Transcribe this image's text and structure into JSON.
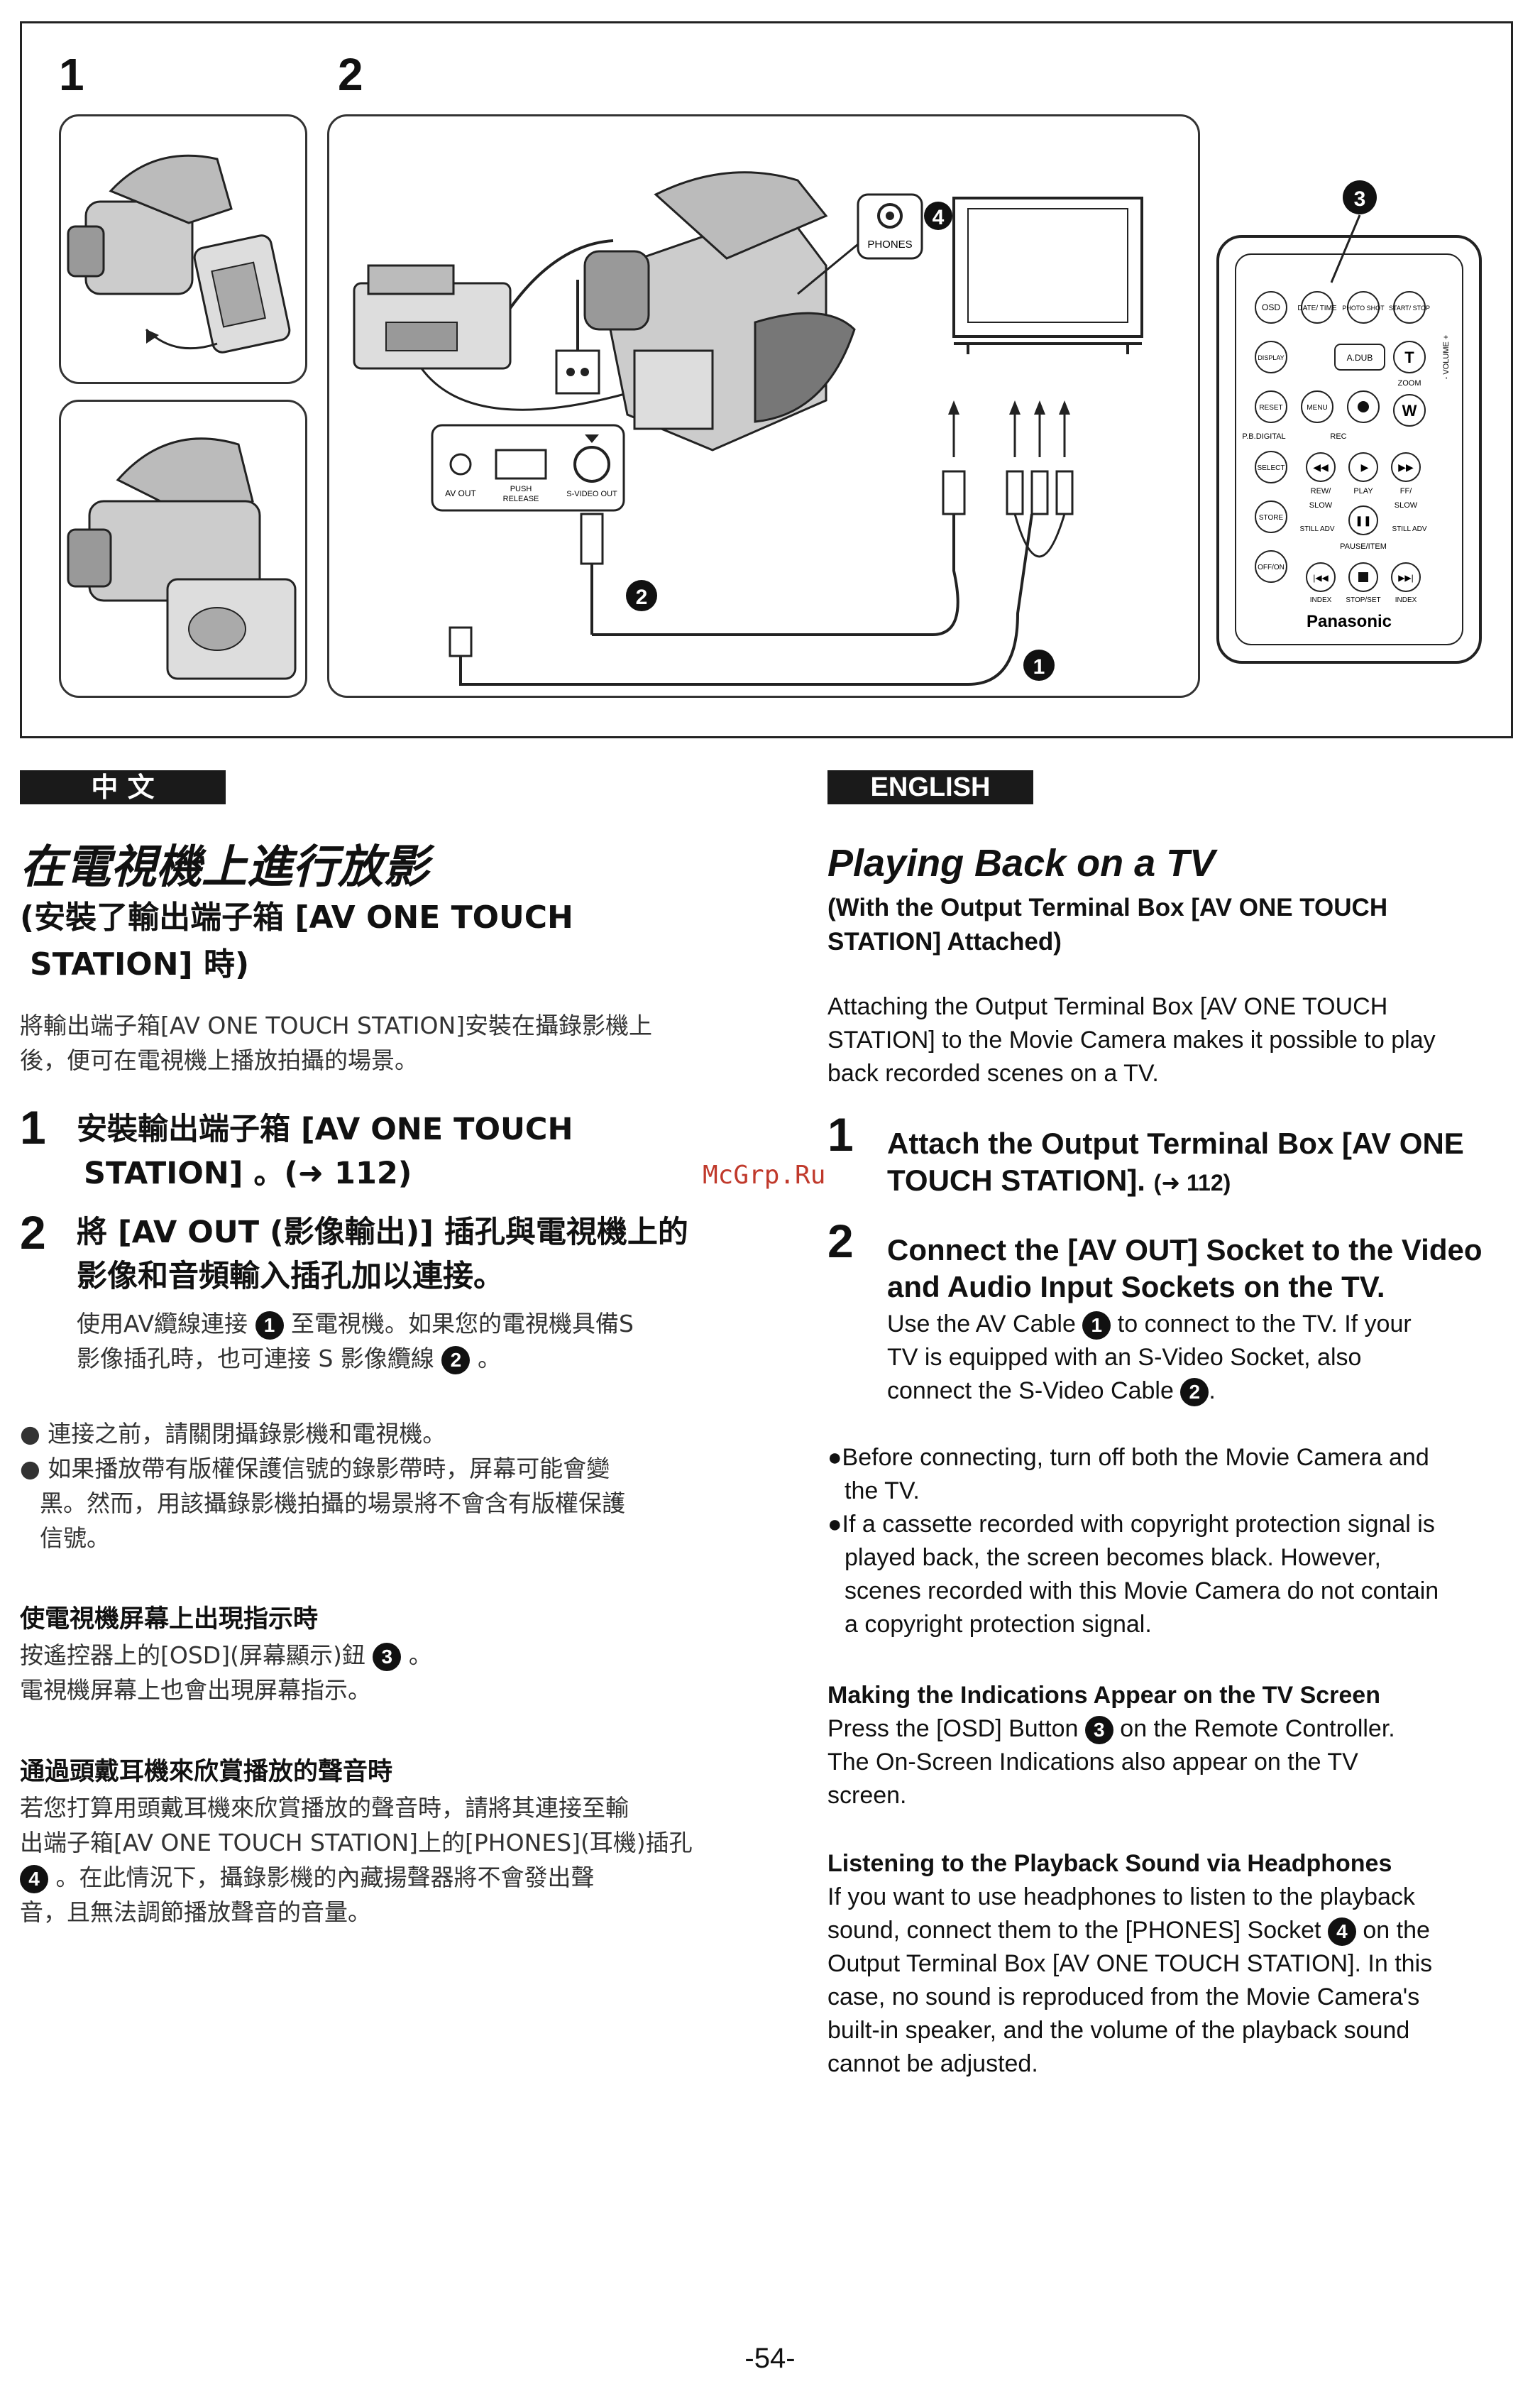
{
  "figure": {
    "panel1_num": "1",
    "panel2_num": "2",
    "callouts": [
      "1",
      "2",
      "3",
      "4"
    ],
    "labels": {
      "phones": "PHONES",
      "av_out": "AV OUT",
      "push_release_1": "PUSH",
      "push_release_2": "RELEASE",
      "svideo_out": "S-VIDEO OUT"
    },
    "remote": {
      "osd": "OSD",
      "date_time": "DATE/ TIME",
      "photo_shot": "PHOTO SHOT",
      "start_stop": "START/ STOP",
      "display": "DISPLAY",
      "a_dub": "A.DUB",
      "t": "T",
      "zoom": "ZOOM",
      "w": "W",
      "volume": "- VOLUME +",
      "reset": "RESET",
      "menu": "MENU",
      "pb_digital": "P.B.DIGITAL",
      "rec": "REC",
      "select": "SELECT",
      "store": "STORE",
      "off_on": "OFF/ON",
      "rew": "REW/",
      "play": "PLAY",
      "ff": "FF/",
      "slow": "SLOW",
      "still_adv": "STILL ADV",
      "pause_item": "PAUSE/ITEM",
      "index": "INDEX",
      "stop_set": "STOP/SET",
      "brand": "Panasonic"
    }
  },
  "zh": {
    "tag": "中 文",
    "title": "在電視機上進行放影",
    "subtitle_1": "(安裝了輸出端子箱 [AV ONE TOUCH",
    "subtitle_2": "STATION] 時)",
    "intro_1": "將輸出端子箱[AV ONE TOUCH STATION]安裝在攝錄影機上",
    "intro_2": "後，便可在電視機上播放拍攝的場景。",
    "step1_num": "1",
    "step1_line1": "安裝輸出端子箱 [AV ONE TOUCH",
    "step1_line2": "STATION] 。(➜ 112)",
    "step2_num": "2",
    "step2_line1": "將 [AV OUT (影像輸出)] 插孔與電視機上的",
    "step2_line2": "影像和音頻輸入插孔加以連接。",
    "step2_body1_a": "使用AV纜線連接",
    "step2_body1_b": "至電視機。如果您的電視機具備S",
    "step2_body2_a": "影像插孔時，也可連接 S 影像纜線",
    "step2_body2_b": "。",
    "bullet1": "● 連接之前，請關閉攝錄影機和電視機。",
    "bullet2_1": "● 如果播放帶有版權保護信號的錄影帶時，屏幕可能會變",
    "bullet2_2": "黑。然而，用該攝錄影機拍攝的場景將不會含有版權保護",
    "bullet2_3": "信號。",
    "sec1_head": "使電視機屏幕上出現指示時",
    "sec1_body1_a": "按遙控器上的[OSD](屏幕顯示)鈕",
    "sec1_body1_b": "。",
    "sec1_body2": "電視機屏幕上也會出現屏幕指示。",
    "sec2_head": "通過頭戴耳機來欣賞播放的聲音時",
    "sec2_body1": "若您打算用頭戴耳機來欣賞播放的聲音時，請將其連接至輸",
    "sec2_body2": "出端子箱[AV ONE TOUCH STATION]上的[PHONES](耳機)插孔",
    "sec2_body3": "。在此情況下，攝錄影機的內藏揚聲器將不會發出聲",
    "sec2_body4": "音，且無法調節播放聲音的音量。"
  },
  "watermark": "McGrp.Ru",
  "en": {
    "tag": "ENGLISH",
    "title": "Playing Back on a TV",
    "subtitle_1": "(With the Output Terminal Box [AV ONE TOUCH",
    "subtitle_2": "STATION] Attached)",
    "intro_1": "Attaching the Output Terminal Box [AV ONE TOUCH",
    "intro_2": "STATION] to the Movie Camera makes it possible to play",
    "intro_3": "back recorded scenes on a TV.",
    "step1_num": "1",
    "step1_line1": "Attach the Output Terminal Box [AV ONE",
    "step1_line2": "TOUCH STATION].",
    "step1_ref": "(➜ 112)",
    "step2_num": "2",
    "step2_line1": "Connect the [AV OUT] Socket to the Video",
    "step2_line2": "and Audio Input Sockets on the TV.",
    "step2_body1_a": "Use the AV Cable",
    "step2_body1_b": "to connect to the TV. If your",
    "step2_body2": "TV is equipped with an S-Video Socket, also",
    "step2_body3_a": "connect the S-Video Cable",
    "step2_body3_b": ".",
    "bullet1_1": "●Before connecting, turn off both the Movie Camera and",
    "bullet1_2": "the TV.",
    "bullet2_1": "●If a cassette recorded with copyright protection signal is",
    "bullet2_2": "played back, the screen becomes black. However,",
    "bullet2_3": "scenes recorded with this Movie Camera do not contain",
    "bullet2_4": "a copyright protection signal.",
    "sec1_head": "Making the Indications Appear on the TV Screen",
    "sec1_body1_a": "Press the [OSD] Button",
    "sec1_body1_b": "on the Remote Controller.",
    "sec1_body2": "The On-Screen Indications also appear on the TV",
    "sec1_body3": "screen.",
    "sec2_head": "Listening to the Playback Sound via Headphones",
    "sec2_body1": "If you want to use headphones to listen to the playback",
    "sec2_body2_a": "sound, connect them to the [PHONES] Socket",
    "sec2_body2_b": "on the",
    "sec2_body3": "Output Terminal Box [AV ONE TOUCH STATION]. In this",
    "sec2_body4": "case, no sound is reproduced from the Movie Camera's",
    "sec2_body5": "built-in speaker, and the volume of the playback sound",
    "sec2_body6": "cannot be adjusted."
  },
  "page_number": "-54-"
}
